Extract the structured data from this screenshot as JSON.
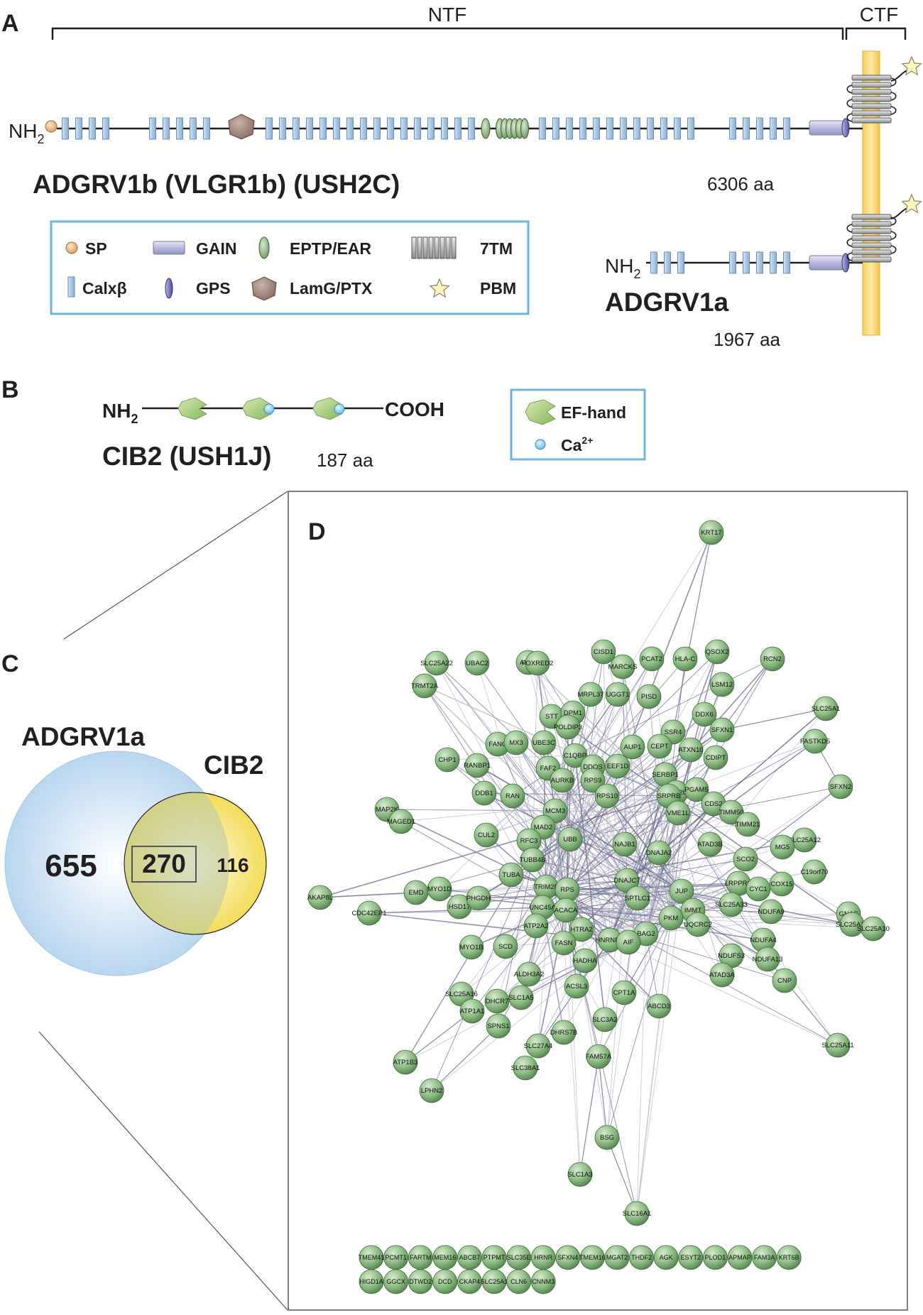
{
  "panels": {
    "A": "A",
    "B": "B",
    "C": "C",
    "D": "D"
  },
  "panel_a": {
    "ntf": "NTF",
    "ctf": "CTF",
    "long_isoform": {
      "nh2": "NH",
      "nh2_sub": "2",
      "name": "ADGRV1b (VLGR1b) (USH2C)",
      "length": "6306 aa"
    },
    "short_isoform": {
      "nh2": "NH",
      "nh2_sub": "2",
      "name": "ADGRV1a",
      "length": "1967 aa"
    },
    "legend": [
      {
        "icon": "sp-icon",
        "label": "SP"
      },
      {
        "icon": "gain-icon",
        "label": "GAIN"
      },
      {
        "icon": "eptp-ear-icon",
        "label": "EPTP/EAR"
      },
      {
        "icon": "7tm-icon",
        "label": "7TM"
      },
      {
        "icon": "calx-beta-icon",
        "label": "Calxβ"
      },
      {
        "icon": "gps-icon",
        "label": "GPS"
      },
      {
        "icon": "lamg-ptx-icon",
        "label": "LamG/PTX"
      },
      {
        "icon": "pbm-icon",
        "label": "PBM"
      }
    ]
  },
  "panel_b": {
    "nh2": "NH",
    "nh2_sub": "2",
    "cooh": "COOH",
    "name": "CIB2 (USH1J)",
    "length": "187 aa",
    "legend": [
      {
        "icon": "ef-hand-icon",
        "label": "EF-hand"
      },
      {
        "icon": "calcium-icon",
        "label": "Ca",
        "sup": "2+"
      }
    ]
  },
  "panel_c": {
    "left_label": "ADGRV1a",
    "right_label": "CIB2",
    "left_only": "655",
    "overlap": "270",
    "right_only": "116",
    "colors": {
      "left": "#cfe3f5",
      "right": "#f8e98a",
      "overlap": "#d5dcae"
    }
  },
  "panel_d": {
    "node_color": "#86b07e",
    "nodes": [
      "KRT17",
      "ALG1",
      "SLC25A22",
      "UBAC2",
      "FOXRED2",
      "CISD1",
      "PCAT2",
      "MARCKS",
      "HLA-C",
      "QSOX2",
      "RCN2",
      "TRMT2A",
      "LSM12",
      "MRPL37",
      "UGGT1",
      "PISD",
      "SLC25A1",
      "DDX6",
      "STT",
      "DPM1",
      "POLDIP3",
      "SSR4",
      "SFXN1",
      "FASTKD5",
      "FANC",
      "MX3",
      "UBE3C",
      "AUP1",
      "CEPT",
      "ATXN10",
      "CDIPT",
      "CHP1",
      "RANBP1",
      "FAF2",
      "C1QBP",
      "DDOS",
      "EEF1D",
      "SERBP1",
      "AURKB",
      "RPS9",
      "RPS10",
      "RPS20",
      "SFXN2",
      "DDB1",
      "RAN",
      "SRPRB",
      "PGAM5",
      "MAP2K",
      "MAGED1",
      "MCM3",
      "CDS2",
      "TIMM50",
      "CUL2",
      "MAD2",
      "VME1L",
      "TIMM21",
      "RFC3",
      "UBB",
      "NAJB1",
      "DNAJA2",
      "ATAD3B",
      "SLC25A12",
      "TUBB4B",
      "SCO2",
      "MG5",
      "C19orf70",
      "AKAP8L",
      "EMD",
      "MYO1D",
      "TUBA",
      "TRIM28",
      "RPS",
      "DNAJC7",
      "JUP",
      "LRPPRC",
      "CYC1",
      "COX15",
      "CDC42EP1",
      "HSD17",
      "PHGDH",
      "UNC45A",
      "SPTLC1",
      "SLC25A33",
      "NDUFA9",
      "GNAS",
      "SLC25A13",
      "SLC25A10",
      "ATP2A2",
      "HTRA2",
      "ACACA",
      "IMMT",
      "UQCRC2",
      "NDUFA4",
      "MYO1B",
      "SCD",
      "FASN",
      "BAG2",
      "PKM",
      "NDUFS3",
      "NDUFA13",
      "HNRNPU",
      "AIF",
      "CNP",
      "HADHA",
      "ATAD3A",
      "ALDH3A2",
      "ACSL3",
      "SLC25A16",
      "DHCR7",
      "SLC1A5",
      "CPT1A",
      "ABCD3",
      "ATP1A1",
      "SPNS1",
      "SLC3A2",
      "DHRS7B",
      "SLC27A4",
      "SLC25A11",
      "ATP1B3",
      "FAM57A",
      "SLC38A1",
      "LPHN2",
      "BSG",
      "SLC1A3",
      "SLC16A1"
    ],
    "unconnected_row1": [
      "TMEM41",
      "PCMT1",
      "FARTM",
      "MEM16",
      "ABCB7",
      "PTPMT",
      "SLC35E",
      "HRNR",
      "SFXN4",
      "TMEM16",
      "MGAT2",
      "THDF2",
      "AGK",
      "ESYT2",
      "PLOD1",
      "APMAP",
      "FAM3A",
      "KRT6B"
    ],
    "unconnected_row2": [
      "HIGD1A",
      "GGCX",
      "DTWD2",
      "DCD",
      "CKAP4",
      "SLC25A1",
      "CLN6",
      "CNNM3"
    ]
  }
}
